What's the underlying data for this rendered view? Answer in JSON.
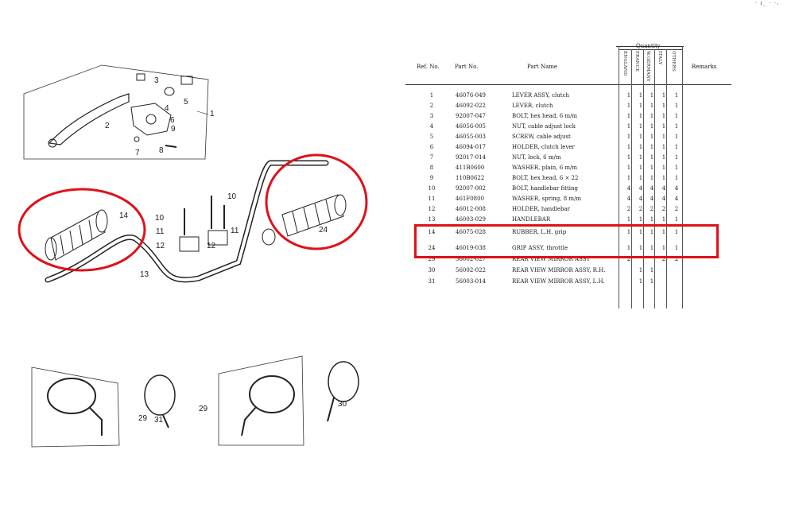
{
  "corner_mark": "· ɪ_ ·   ·ᵢ",
  "diagram": {
    "callouts": [
      "1",
      "2",
      "3",
      "4",
      "5",
      "6",
      "7",
      "8",
      "9",
      "10",
      "10",
      "11",
      "11",
      "12",
      "12",
      "13",
      "14",
      "24",
      "29",
      "29",
      "30",
      "31"
    ]
  },
  "table": {
    "headers": {
      "ref": "Ref. No.",
      "part_no": "Part No.",
      "part_name": "Part Name",
      "quantity": "Quantity",
      "remarks": "Remarks"
    },
    "regions": [
      "ENGLAND",
      "FRANCE",
      "W.GERMANY",
      "ITALY",
      "OTHERS"
    ],
    "rows": [
      {
        "ref": "1",
        "part": "46076-049",
        "name": "LEVER ASSY, clutch",
        "q": [
          "1",
          "1",
          "1",
          "1",
          "1"
        ]
      },
      {
        "ref": "2",
        "part": "46092-022",
        "name": "LEVER, clutch",
        "q": [
          "1",
          "1",
          "1",
          "1",
          "1"
        ]
      },
      {
        "ref": "3",
        "part": "92007-047",
        "name": "BOLT, hex head, 6 m/m",
        "q": [
          "1",
          "1",
          "1",
          "1",
          "1"
        ]
      },
      {
        "ref": "4",
        "part": "46056-005",
        "name": "NUT, cable adjust lock",
        "q": [
          "1",
          "1",
          "1",
          "1",
          "1"
        ]
      },
      {
        "ref": "5",
        "part": "46055-003",
        "name": "SCREW, cable adjust",
        "q": [
          "1",
          "1",
          "1",
          "1",
          "1"
        ]
      },
      {
        "ref": "6",
        "part": "46094-017",
        "name": "HOLDER, clutch lever",
        "q": [
          "1",
          "1",
          "1",
          "1",
          "1"
        ]
      },
      {
        "ref": "7",
        "part": "92017-014",
        "name": "NUT, lock, 6 m/m",
        "q": [
          "1",
          "1",
          "1",
          "1",
          "1"
        ]
      },
      {
        "ref": "8",
        "part": "411B0600",
        "name": "WASHER, plain, 6 m/m",
        "q": [
          "1",
          "1",
          "1",
          "1",
          "1"
        ]
      },
      {
        "ref": "9",
        "part": "110B0622",
        "name": "BOLT, hex head, 6 × 22",
        "q": [
          "1",
          "1",
          "1",
          "1",
          "1"
        ]
      },
      {
        "ref": "10",
        "part": "92007-002",
        "name": "BOLT, handlebar fitting",
        "q": [
          "4",
          "4",
          "4",
          "4",
          "4"
        ]
      },
      {
        "ref": "11",
        "part": "461F0800",
        "name": "WASHER, spring, 8 m/m",
        "q": [
          "4",
          "4",
          "4",
          "4",
          "4"
        ]
      },
      {
        "ref": "12",
        "part": "46012-008",
        "name": "HOLDER, handlebar",
        "q": [
          "2",
          "2",
          "2",
          "2",
          "2"
        ]
      },
      {
        "ref": "13",
        "part": "46003-029",
        "name": "HANDLEBAR",
        "q": [
          "1",
          "1",
          "1",
          "1",
          "1"
        ]
      },
      {
        "ref": "14",
        "part": "46075-028",
        "name": "RUBBER, L.H. grip",
        "q": [
          "1",
          "1",
          "1",
          "1",
          "1"
        ]
      },
      {
        "ref": "24",
        "part": "46019-038",
        "name": "GRIP ASSY, throttle",
        "q": [
          "1",
          "1",
          "1",
          "1",
          "1"
        ]
      },
      {
        "ref": "29",
        "part": "56002-027",
        "name": "REAR VIEW MIRROR ASSY",
        "q": [
          "2",
          "",
          "",
          "2",
          "2"
        ]
      },
      {
        "ref": "30",
        "part": "56002-022",
        "name": "REAR VIEW MIRROR ASSY, R.H.",
        "q": [
          "",
          "1",
          "1",
          "",
          ""
        ]
      },
      {
        "ref": "31",
        "part": "56003-014",
        "name": "REAR VIEW MIRROR ASSY, L.H.",
        "q": [
          "",
          "1",
          "1",
          "",
          ""
        ]
      }
    ]
  },
  "colors": {
    "highlight": "#e01018",
    "ink": "#1a1a1a"
  }
}
